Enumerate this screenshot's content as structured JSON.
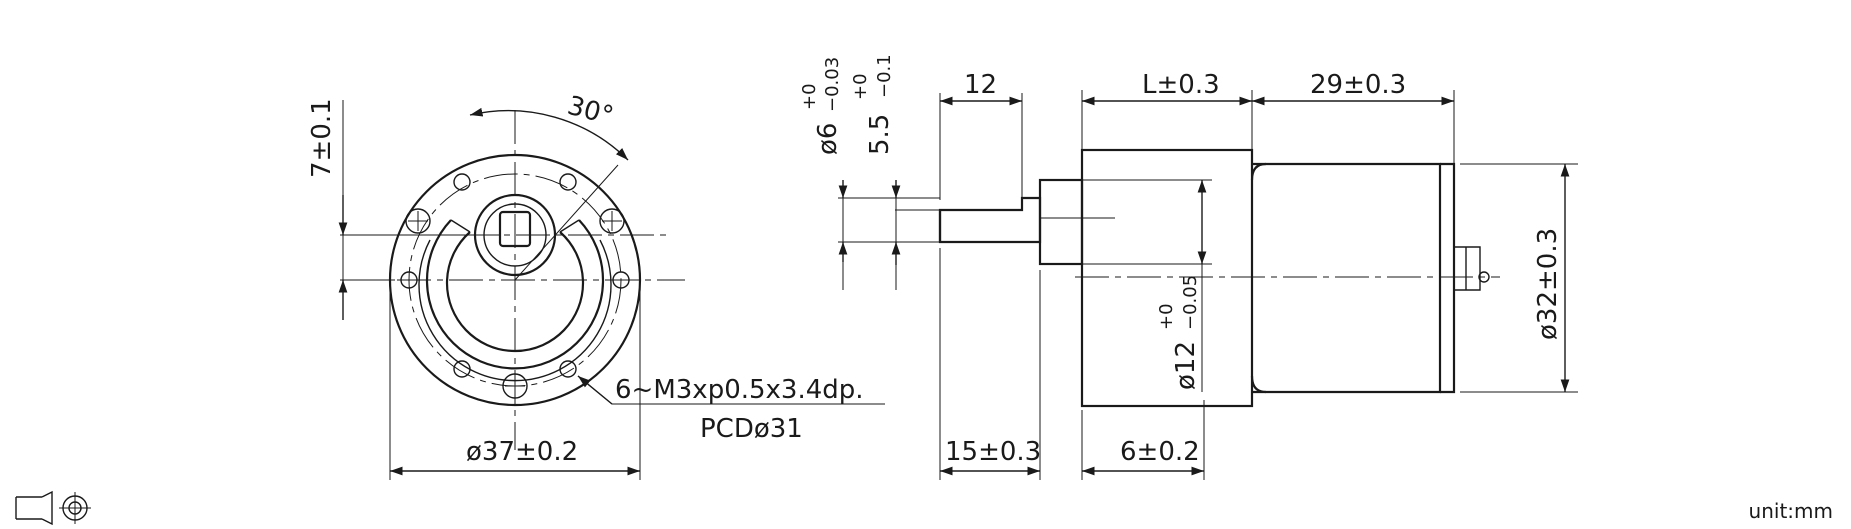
{
  "front_view": {
    "angle": "30°",
    "height_dim": "7±0.1",
    "mount_holes": "6~M3xp0.5x3.4dp.",
    "pcd": "PCDø31",
    "diameter": "ø37±0.2"
  },
  "side_view": {
    "shaft_d": "ø6",
    "shaft_d_tol_upper": "+0",
    "shaft_d_tol_lower": "−0.03",
    "flat": "5.5",
    "flat_tol_upper": "+0",
    "flat_tol_lower": "−0.1",
    "shaft_length": "12",
    "gearbox_length": "L±0.3",
    "motor_length": "29±0.3",
    "motor_diameter": "ø32±0.3",
    "boss_d": "ø12",
    "boss_tol_upper": "+0",
    "boss_tol_lower": "−0.05",
    "shaft_ext": "15±0.3",
    "boss_length": "6±0.2"
  },
  "projection_symbol": "third-angle-projection-icon",
  "unit_label": "unit:mm"
}
